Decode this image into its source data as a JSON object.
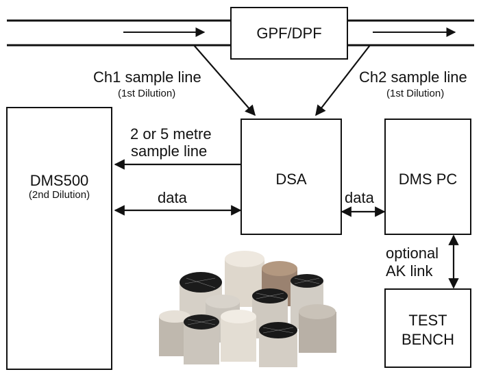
{
  "nodes": {
    "filter": {
      "label": "GPF/DPF"
    },
    "dsa": {
      "label": "DSA"
    },
    "dms500": {
      "label": "DMS500",
      "sublabel": "(2nd Dilution)"
    },
    "dms_pc": {
      "label": "DMS PC"
    },
    "test_bench": {
      "line1": "TEST",
      "line2": "BENCH"
    }
  },
  "edges": {
    "ch1": {
      "label": "Ch1 sample line",
      "sublabel": "(1st Dilution)"
    },
    "ch2": {
      "label": "Ch2 sample line",
      "sublabel": "(1st Dilution)"
    },
    "sample_line": {
      "line1": "2 or 5 metre",
      "line2": "sample line"
    },
    "data_dms500": {
      "label": "data"
    },
    "data_pc": {
      "label": "data"
    },
    "ak_link": {
      "line1": "optional",
      "line2": "AK link"
    }
  },
  "illustration": {
    "name": "filter-cores-photo"
  },
  "colors": {
    "stroke": "#111111",
    "background": "#ffffff"
  }
}
